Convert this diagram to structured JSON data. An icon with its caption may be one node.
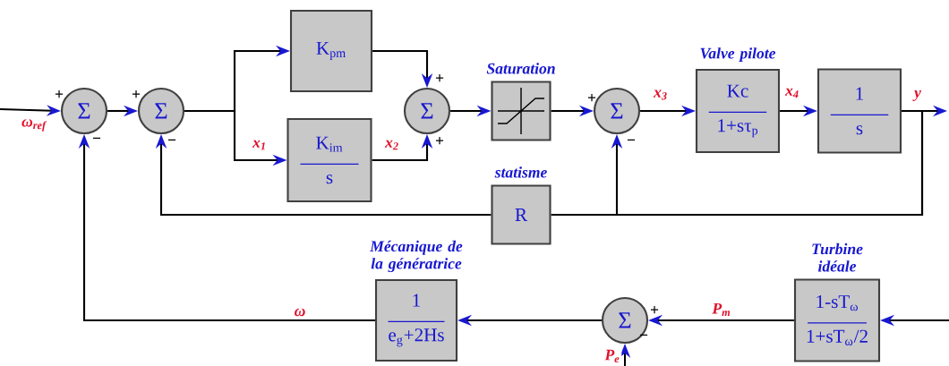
{
  "diagram": {
    "nodes": [
      {
        "text": [
          "Σ"
        ]
      },
      {
        "text": [
          "Σ"
        ]
      },
      {
        "text": [
          "K$_{pm}$"
        ]
      },
      {
        "text": [
          "K$_{im}$",
          "s"
        ]
      },
      {
        "text": [
          "Σ"
        ]
      },
      {
        "text": [
          "Saturation"
        ]
      },
      {
        "text": [
          "Σ"
        ]
      },
      {
        "text": [
          "Valve pilote",
          "Kc",
          "1+sτ$_{p}$"
        ]
      },
      {
        "text": [
          "1",
          "s"
        ]
      },
      {
        "text": [
          "statisme",
          "R"
        ]
      },
      {
        "text": [
          "Mécanique de la génératrice",
          "1",
          "e$_{g}$+2Hs"
        ]
      },
      {
        "text": [
          "Σ"
        ]
      },
      {
        "text": [
          "Turbine idéale",
          "1-sT$_{ω}$",
          "1+sT$_{ω}$/2"
        ]
      }
    ],
    "edges": [
      {
        "from": null,
        "to": 0,
        "arrow": "to",
        "label": "ω$_{ref}$"
      },
      {
        "from": 0,
        "to": 1,
        "arrow": "to"
      },
      {
        "from": 1,
        "to": 2,
        "arrow": "to"
      },
      {
        "from": 1,
        "to": 3,
        "arrow": "to",
        "label": "x$_{1}$"
      },
      {
        "from": 2,
        "to": 4,
        "arrow": "to"
      },
      {
        "from": 3,
        "to": 4,
        "arrow": "to",
        "label": "x$_{2}$"
      },
      {
        "from": 4,
        "to": 5,
        "arrow": "to"
      },
      {
        "from": 5,
        "to": 6,
        "arrow": "to"
      },
      {
        "from": 6,
        "to": 7,
        "arrow": "to",
        "label": "x$_{3}$"
      },
      {
        "from": 7,
        "to": 8,
        "arrow": "to",
        "label": "x$_{4}$"
      },
      {
        "from": 8,
        "to": null,
        "arrow": "to",
        "label": "y"
      },
      {
        "from": 8,
        "to": 9,
        "arrow": "none"
      },
      {
        "from": 8,
        "to": 6,
        "arrow": "to"
      },
      {
        "from": 9,
        "to": 1,
        "arrow": "to"
      },
      {
        "from": null,
        "to": 12,
        "arrow": "to"
      },
      {
        "from": 12,
        "to": 11,
        "arrow": "to",
        "label": "P$_{m}$"
      },
      {
        "from": null,
        "to": 11,
        "arrow": "to",
        "label": "P$_{e}$"
      },
      {
        "from": 11,
        "to": 10,
        "arrow": "to"
      },
      {
        "from": 10,
        "to": 0,
        "arrow": "to",
        "label": "ω"
      }
    ],
    "labels": [
      "+",
      "−",
      "+",
      "−",
      "+",
      "+",
      "+",
      "−",
      "+",
      "−"
    ]
  }
}
